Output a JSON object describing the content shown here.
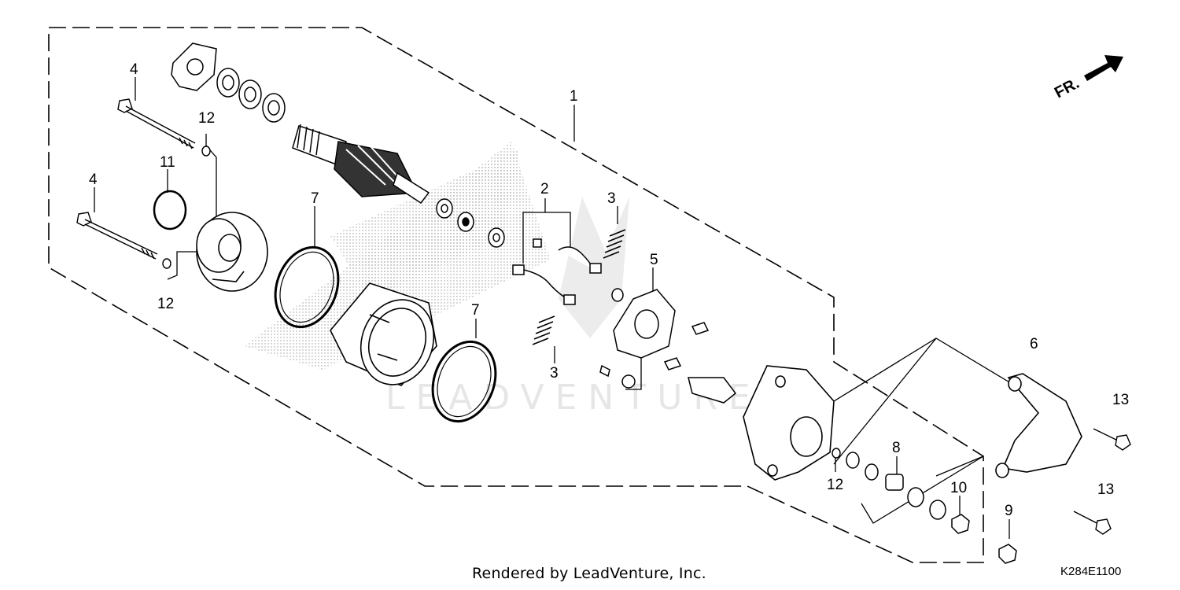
{
  "diagram": {
    "callouts": [
      "1",
      "2",
      "3",
      "3",
      "4",
      "4",
      "5",
      "6",
      "7",
      "7",
      "8",
      "9",
      "10",
      "11",
      "12",
      "12",
      "12",
      "13",
      "13"
    ],
    "direction_label": "FR.",
    "watermark": "LEADVENTURE",
    "footer": "Rendered by LeadVenture, Inc.",
    "diagram_code": "K284E1100"
  }
}
